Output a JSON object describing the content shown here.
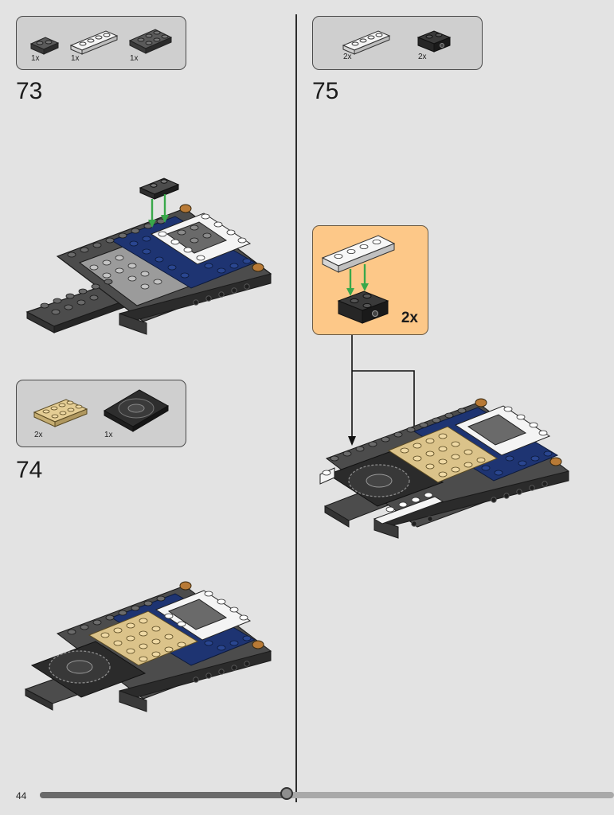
{
  "page": {
    "number": "44",
    "progress_fraction": 0.43
  },
  "steps": [
    {
      "id": "73",
      "label": "73",
      "parts": [
        {
          "qty": "1x",
          "part": "dark-gray 1x2 plate"
        },
        {
          "qty": "1x",
          "part": "white 1x4 plate"
        },
        {
          "qty": "1x",
          "part": "dark-gray 2x3 plate"
        }
      ]
    },
    {
      "id": "74",
      "label": "74",
      "parts": [
        {
          "qty": "2x",
          "part": "tan 2x4 plate"
        },
        {
          "qty": "1x",
          "part": "black 4x4 turntable plate"
        }
      ]
    },
    {
      "id": "75",
      "label": "75",
      "parts": [
        {
          "qty": "2x",
          "part": "white 1x4 plate"
        },
        {
          "qty": "2x",
          "part": "black 2x2 brick with side studs"
        }
      ],
      "callout": {
        "qty": "2x"
      }
    }
  ],
  "colors": {
    "page_bg": "#e3e3e3",
    "parts_box": "#cfcfcf",
    "callout": "#fdc888",
    "dark_gray": "#4c4c4c",
    "black": "#2b2b2b",
    "light_gray": "#9b9b9b",
    "white": "#f4f4f4",
    "navy": "#1e3472",
    "tan": "#dbc38a",
    "green_arrow": "#39a84a"
  }
}
